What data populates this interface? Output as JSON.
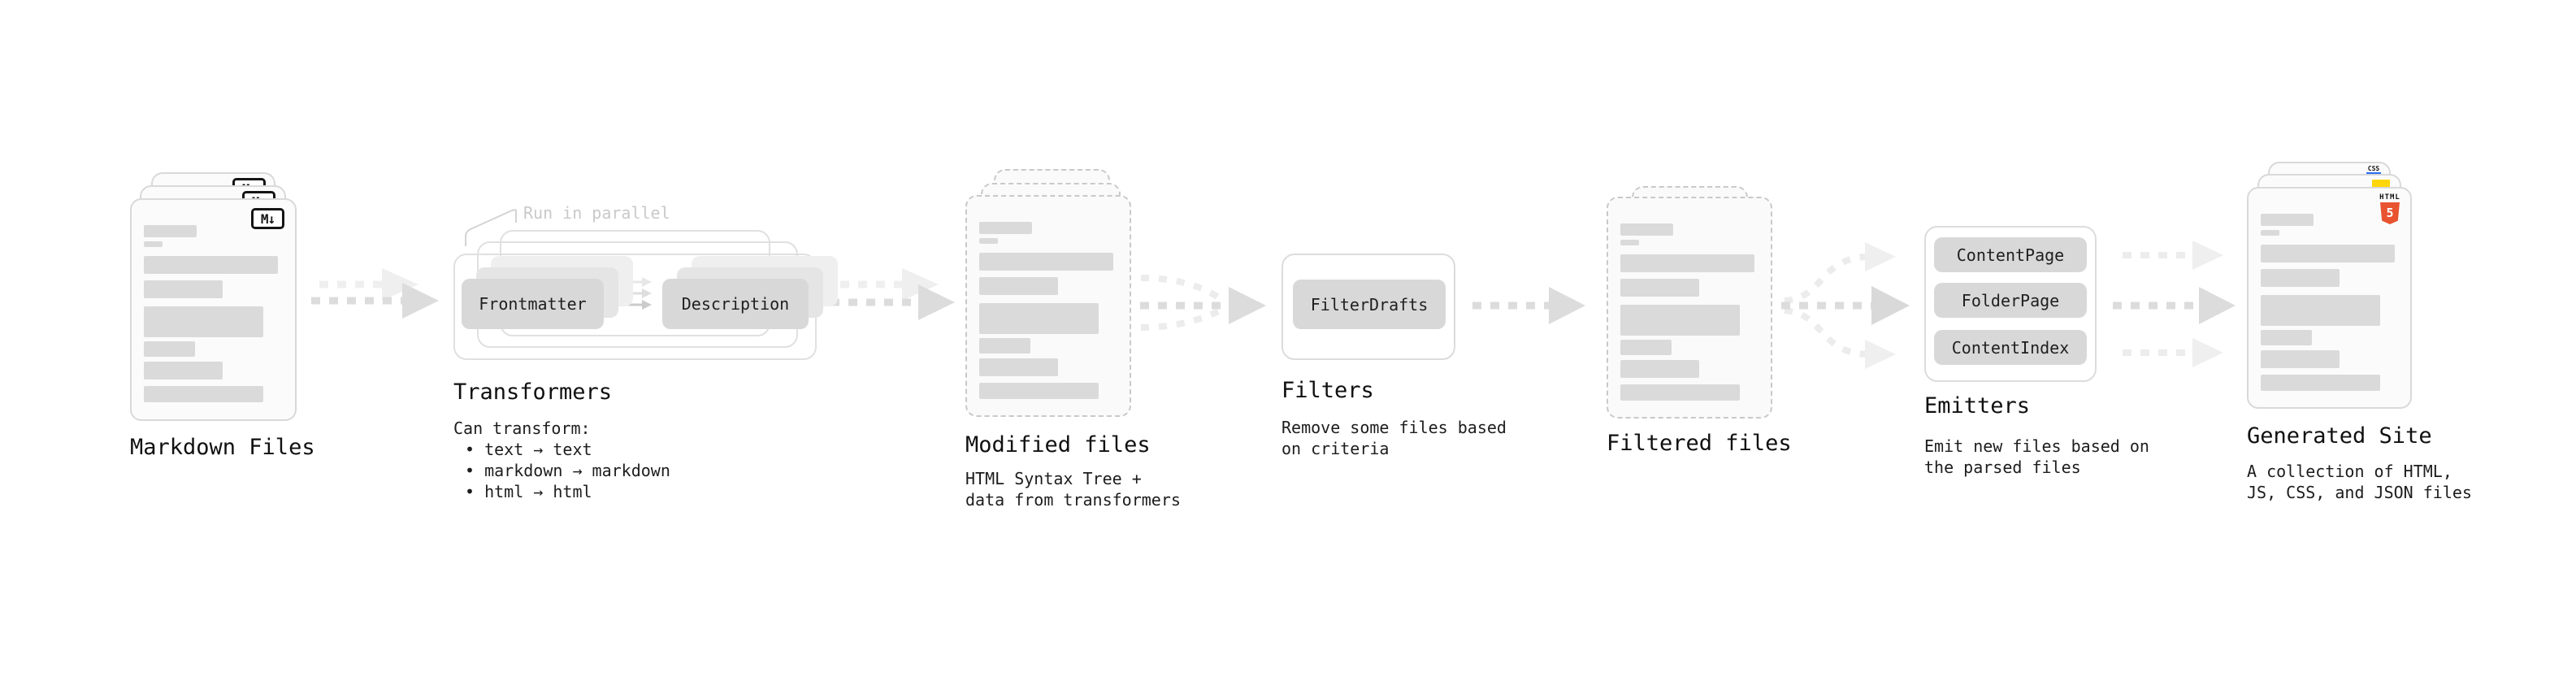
{
  "stages": {
    "markdown_files": {
      "title": "Markdown Files"
    },
    "transformers": {
      "title": "Transformers",
      "annotation": "Run in parallel",
      "box_frontmatter": "Frontmatter",
      "box_description": "Description",
      "caption_heading": "Can transform:",
      "bullets": [
        "• text → text",
        "• markdown → markdown",
        "• html → html"
      ]
    },
    "modified_files": {
      "title": "Modified files",
      "caption": "HTML Syntax Tree +\ndata from transformers"
    },
    "filters": {
      "title": "Filters",
      "box": "FilterDrafts",
      "caption": "Remove some files based\non criteria"
    },
    "filtered_files": {
      "title": "Filtered files"
    },
    "emitters": {
      "title": "Emitters",
      "boxes": [
        "ContentPage",
        "FolderPage",
        "ContentIndex"
      ],
      "caption": "Emit new files based on\nthe parsed files"
    },
    "generated_site": {
      "title": "Generated Site",
      "caption": "A collection of HTML,\nJS, CSS, and JSON files"
    }
  },
  "icons": {
    "markdown_badge": "M↓",
    "css_badge": "CSS",
    "html5_badge_text": "HTML",
    "html5_badge_number": "5"
  },
  "colors": {
    "accent_orange_html5": "#e8542f",
    "accent_yellow_js": "#ffd60a",
    "accent_blue_css": "#2a6df4",
    "box_gray": "#d8d8d8",
    "bar_gray": "#dadada",
    "arrow_gray": "#dcdcdc",
    "annotation_gray": "#c9c9c9"
  }
}
